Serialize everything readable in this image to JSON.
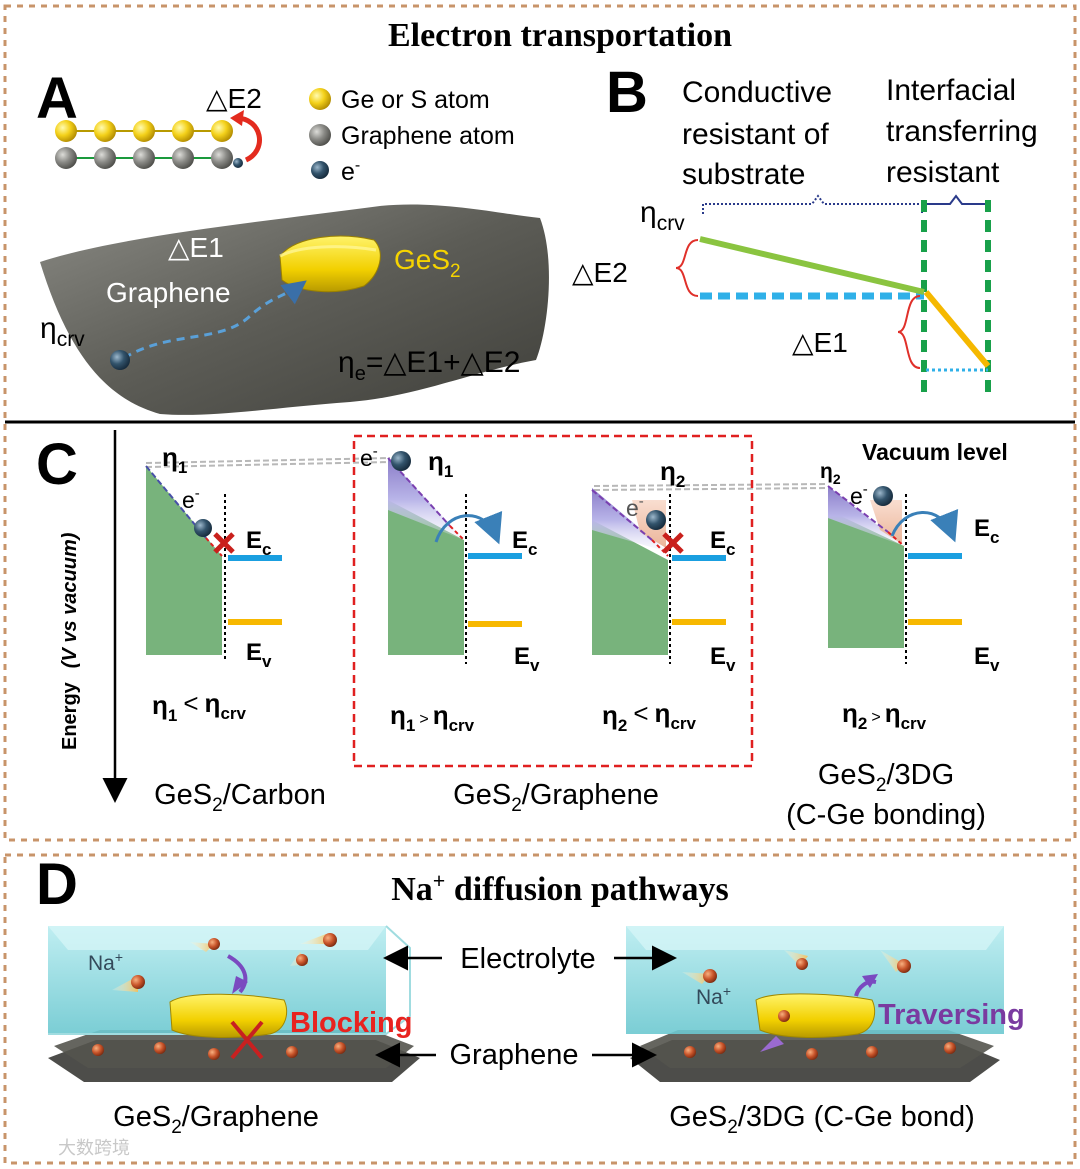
{
  "panel_top": {
    "title": "Electron transportation"
  },
  "panel_a": {
    "letter": "A",
    "delta_e2": "△E2",
    "legend": [
      "Ge or S atom",
      "Graphene atom",
      "e"
    ],
    "legend_e_superscript": "-",
    "delta_e1": "△E1",
    "graphene": "Graphene",
    "ges2": "GeS",
    "ges2_sub": "2",
    "eta_crv": "η",
    "eta_crv_sub": "crv",
    "equation_eta": "η",
    "equation_sub": "e",
    "equation_rest": "=△E1+△E2",
    "colors": {
      "ge_s_atom": "#f3d21a",
      "graphene_atom": "#7d7d7a",
      "electron": "#2f5068",
      "sheet": "#5f5f58"
    }
  },
  "panel_b": {
    "letter": "B",
    "heading_left": [
      "Conductive",
      "resistant of",
      "substrate"
    ],
    "heading_right": [
      "Interfacial",
      "transferring",
      "resistant"
    ],
    "eta_crv": "η",
    "eta_crv_sub": "crv",
    "delta_e2": "△E2",
    "delta_e1": "△E1",
    "colors": {
      "substrate_line": "#8ac440",
      "interface_line": "#f5b800",
      "dash_blue": "#2fb0e8",
      "dash_green": "#18a04a",
      "bracket_red": "#e0302a"
    }
  },
  "panel_c": {
    "letter": "C",
    "axis_label_bold": "Energy",
    "axis_label_rest": "(V vs vacuum)",
    "vacuum_level": "Vacuum level",
    "subpanels": [
      {
        "eta": "η",
        "eta_sub": "1",
        "electron": "e",
        "ec": "E",
        "ec_sub": "c",
        "ev": "E",
        "ev_sub": "v",
        "relation": "<",
        "blocked": true
      },
      {
        "eta": "η",
        "eta_sub": "1",
        "electron": "e",
        "ec": "E",
        "ec_sub": "c",
        "ev": "E",
        "ev_sub": "v",
        "relation": ">",
        "blocked": false
      },
      {
        "eta": "η",
        "eta_sub": "2",
        "electron": "e",
        "ec": "E",
        "ec_sub": "c",
        "ev": "E",
        "ev_sub": "v",
        "relation": "<",
        "blocked": true
      },
      {
        "eta": "η",
        "eta_sub": "2",
        "electron": "e",
        "ec": "E",
        "ec_sub": "c",
        "ev": "E",
        "ev_sub": "v",
        "relation": ">",
        "blocked": false
      }
    ],
    "rhs": "η",
    "rhs_sub": "crv",
    "captions": [
      {
        "pre": "GeS",
        "sub": "2",
        "post": "/Carbon"
      },
      {
        "pre": "GeS",
        "sub": "2",
        "post": "/Graphene"
      },
      {
        "pre": "GeS",
        "sub": "2",
        "post": "/3DG",
        "line2": "(C-Ge bonding)"
      }
    ],
    "colors": {
      "band_fill": "#78b37c",
      "ec": "#1a9fe0",
      "ev": "#f7b800",
      "cross": "#c9201c",
      "frame": "#e02020"
    }
  },
  "panel_d": {
    "letter": "D",
    "title_pre": "Na",
    "title_sup": "+",
    "title_post": " diffusion pathways",
    "electrolyte": "Electrolyte",
    "graphene": "Graphene",
    "na_ion": "Na",
    "na_sup": "+",
    "blocking": "Blocking",
    "traversing": "Traversing",
    "caption_left_pre": "GeS",
    "caption_left_sub": "2",
    "caption_left_post": "/Graphene",
    "caption_right_pre": "GeS",
    "caption_right_sub": "2",
    "caption_right_post": "/3DG (C-Ge bond)",
    "colors": {
      "electrolyte": "#8fd9de",
      "blocking": "#e8231f",
      "traversing": "#7a3aa0",
      "ion": "#c0502a"
    }
  },
  "watermark": "大数跨境"
}
